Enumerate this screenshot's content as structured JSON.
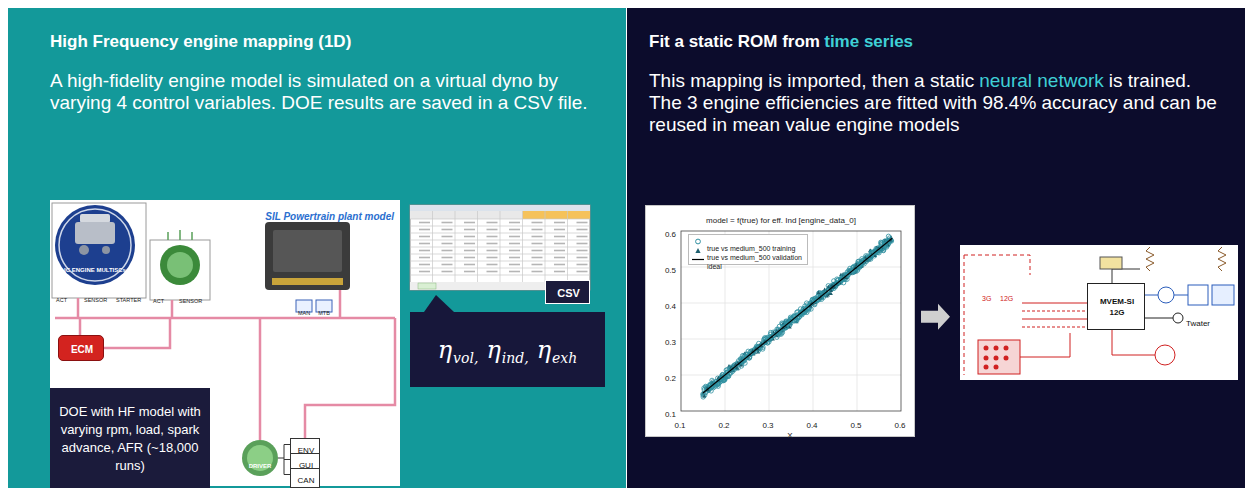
{
  "diagram": {
    "nodes": [
      {
        "text": [
          "High Frequency engine mapping (1D)",
          "A high-fidelity engine model is simulated on a virtual dyno by varying 4 control variables. DOE results are saved in a CSV file."
        ]
      },
      {
        "text": [
          "SIL Powertrain plant model"
        ],
        "in": 0
      },
      {
        "text": [
          "ECM"
        ],
        "in": 1
      },
      {
        "text": [
          "ENV"
        ],
        "in": 1
      },
      {
        "text": [
          "GUI"
        ],
        "in": 1
      },
      {
        "text": [
          "CAN"
        ],
        "in": 1
      },
      {
        "text": [
          "DOE with HF model with varying rpm, load, spark advance, AFR (~18,000 runs)"
        ],
        "in": 0
      },
      {
        "text": [
          "CSV"
        ],
        "in": 0
      },
      {
        "text": [
          "η",
          "vol,",
          "η",
          "ind,",
          "η",
          "exh"
        ],
        "in": 0
      },
      {
        "text": [
          "Fit a static ROM from",
          "time series",
          "This mapping is imported, then a static",
          "neural network",
          "is trained. The 3 engine efficiencies are fitted with 98.4% accuracy and can be reused in mean value engine models"
        ]
      },
      {
        "text": [
          "model = f(true) for eff. Ind [engine_data_0]"
        ],
        "in": 9
      },
      {
        "text": [
          "3G",
          "12G",
          "Twater"
        ],
        "in": 9
      },
      {
        "text": [
          "MVEM-SI",
          "12G"
        ],
        "in": 11
      }
    ],
    "edges": [
      {
        "from": 10,
        "to": 11,
        "arrow": "to"
      }
    ],
    "labels": [
      "IC ENGINE MULTISCs",
      "ACT",
      "SENSOR",
      "STARTER",
      "ACT",
      "SENSOR",
      "MAN",
      "MTB",
      "DRIVER",
      "0.6",
      "0.5",
      "0.4",
      "0.3",
      "0.2",
      "0.1",
      "0.1",
      "0.2",
      "0.3",
      "0.4",
      "0.5",
      "0.6",
      "X"
    ],
    "legend": [
      {
        "text": "true vs medium_500 training"
      },
      {
        "text": "true vs medium_500 validation"
      },
      {
        "text": "ideal"
      }
    ]
  }
}
